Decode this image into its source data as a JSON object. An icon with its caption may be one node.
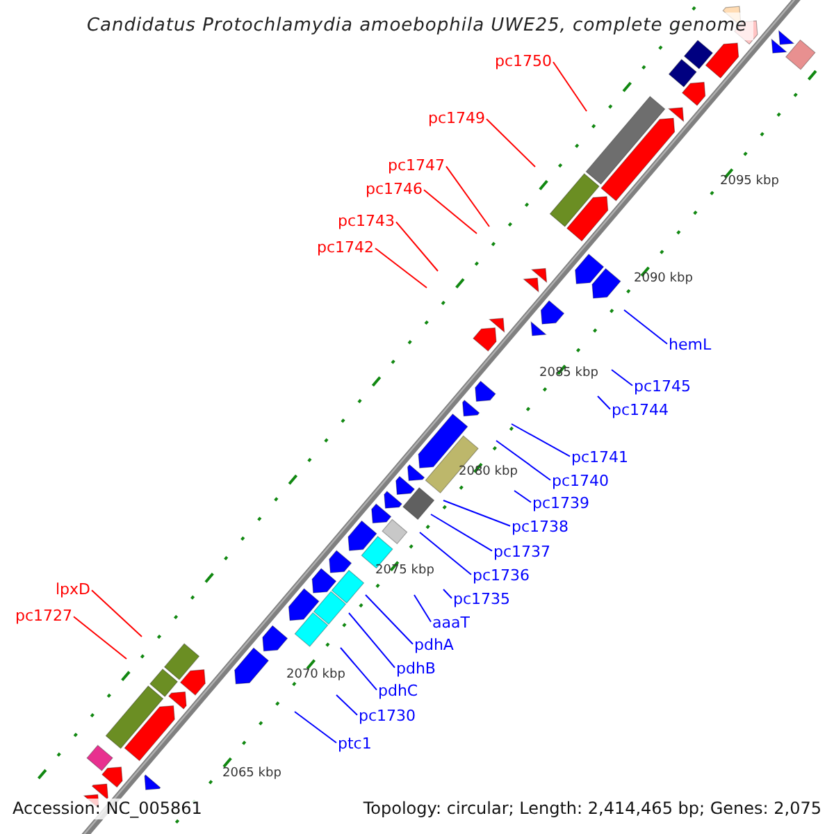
{
  "diagram": {
    "title": "Candidatus Protochlamydia amoebophila UWE25, complete genome",
    "nodes": [
      {
        "text": [
          "pc1750"
        ]
      },
      {
        "text": [
          "pc1749"
        ]
      },
      {
        "text": [
          "pc1747"
        ]
      },
      {
        "text": [
          "pc1746"
        ]
      },
      {
        "text": [
          "pc1743"
        ]
      },
      {
        "text": [
          "pc1742"
        ]
      },
      {
        "text": [
          "hemL"
        ]
      },
      {
        "text": [
          "pc1745"
        ]
      },
      {
        "text": [
          "pc1744"
        ]
      },
      {
        "text": [
          "pc1741"
        ]
      },
      {
        "text": [
          "pc1740"
        ]
      },
      {
        "text": [
          "pc1739"
        ]
      },
      {
        "text": [
          "pc1738"
        ]
      },
      {
        "text": [
          "pc1737"
        ]
      },
      {
        "text": [
          "pc1736"
        ]
      },
      {
        "text": [
          "pc1735"
        ]
      },
      {
        "text": [
          "lpxD"
        ]
      },
      {
        "text": [
          "pc1727"
        ]
      },
      {
        "text": [
          "aaaT"
        ]
      },
      {
        "text": [
          "pdhA"
        ]
      },
      {
        "text": [
          "pdhB"
        ]
      },
      {
        "text": [
          "pdhC"
        ]
      },
      {
        "text": [
          "pc1730"
        ]
      },
      {
        "text": [
          "ptc1"
        ]
      }
    ],
    "edges": [
      {
        "from": 0,
        "to": null,
        "arrow": "none",
        "color": "#ff0000"
      },
      {
        "from": 1,
        "to": null,
        "arrow": "none",
        "color": "#ff0000"
      },
      {
        "from": 2,
        "to": null,
        "arrow": "none",
        "color": "#ff0000"
      },
      {
        "from": 3,
        "to": null,
        "arrow": "none",
        "color": "#ff0000"
      },
      {
        "from": 4,
        "to": null,
        "arrow": "none",
        "color": "#ff0000"
      },
      {
        "from": 5,
        "to": null,
        "arrow": "none",
        "color": "#ff0000"
      },
      {
        "from": 6,
        "to": null,
        "arrow": "none"
      },
      {
        "from": 7,
        "to": null,
        "arrow": "none"
      },
      {
        "from": 8,
        "to": null,
        "arrow": "none"
      },
      {
        "from": 9,
        "to": null,
        "arrow": "none"
      },
      {
        "from": 10,
        "to": null,
        "arrow": "none"
      },
      {
        "from": 11,
        "to": null,
        "arrow": "none"
      },
      {
        "from": 12,
        "to": null,
        "arrow": "none"
      },
      {
        "from": 13,
        "to": null,
        "arrow": "none"
      },
      {
        "from": 14,
        "to": null,
        "arrow": "none"
      },
      {
        "from": 15,
        "to": null,
        "arrow": "none"
      },
      {
        "from": 16,
        "to": null,
        "arrow": "none",
        "color": "#ff0000"
      },
      {
        "from": 17,
        "to": null,
        "arrow": "none",
        "color": "#ff0000"
      },
      {
        "from": 18,
        "to": null,
        "arrow": "none"
      },
      {
        "from": 19,
        "to": null,
        "arrow": "none"
      },
      {
        "from": 20,
        "to": null,
        "arrow": "none"
      },
      {
        "from": 21,
        "to": null,
        "arrow": "none"
      },
      {
        "from": 22,
        "to": null,
        "arrow": "none"
      },
      {
        "from": 23,
        "to": null,
        "arrow": "none"
      }
    ],
    "labels": [
      "2095 kbp",
      "2090 kbp",
      "2085 kbp",
      "2080 kbp",
      "2075 kbp",
      "2070 kbp",
      "2065 kbp",
      "Accession: NC_005861",
      "Topology: circular; Length: 2,414,465 bp; Genes: 2,075"
    ]
  }
}
